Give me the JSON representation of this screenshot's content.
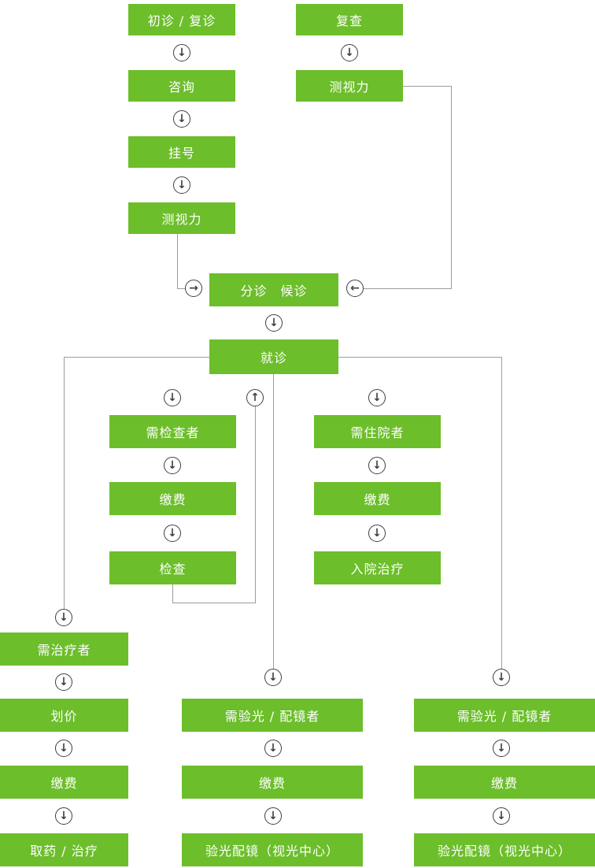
{
  "diagram": {
    "colors": {
      "node_fill": "#6CBE2B",
      "node_text": "#FFFFFF",
      "arrow_stroke": "#3F3F3F",
      "line": "#9C9C9C"
    },
    "nodes": [
      {
        "id": "initial-or-return-visit",
        "label": "初诊 / 复诊"
      },
      {
        "id": "consultation",
        "label": "咨询"
      },
      {
        "id": "registration",
        "label": "挂号"
      },
      {
        "id": "vision-test-left",
        "label": "测视力"
      },
      {
        "id": "review",
        "label": "复查"
      },
      {
        "id": "vision-test-right",
        "label": "测视力"
      },
      {
        "id": "triage-waiting",
        "label": "分诊　候诊"
      },
      {
        "id": "see-doctor",
        "label": "就诊"
      },
      {
        "id": "need-examination",
        "label": "需检查者"
      },
      {
        "id": "payment-exam",
        "label": "缴费"
      },
      {
        "id": "examination",
        "label": "检查"
      },
      {
        "id": "need-hospitalization",
        "label": "需住院者"
      },
      {
        "id": "payment-hospital",
        "label": "缴费"
      },
      {
        "id": "admission-treatment",
        "label": "入院治疗"
      },
      {
        "id": "need-treatment",
        "label": "需治疗者"
      },
      {
        "id": "pricing",
        "label": "划价"
      },
      {
        "id": "payment-treatment",
        "label": "缴费"
      },
      {
        "id": "medicine-or-treatment",
        "label": "取药 / 治疗"
      },
      {
        "id": "need-optometry-mid",
        "label": "需验光 / 配镜者"
      },
      {
        "id": "payment-optometry-mid",
        "label": "缴费"
      },
      {
        "id": "optometry-center-mid",
        "label": "验光配镜（视光中心）"
      },
      {
        "id": "need-optometry-right",
        "label": "需验光 / 配镜者"
      },
      {
        "id": "payment-optometry-right",
        "label": "缴费"
      },
      {
        "id": "optometry-center-right",
        "label": "验光配镜（视光中心）"
      }
    ],
    "connectors": [
      {
        "glyph": "↓",
        "direction": "down"
      },
      {
        "glyph": "↓",
        "direction": "down"
      },
      {
        "glyph": "↓",
        "direction": "down"
      },
      {
        "glyph": "→",
        "direction": "right"
      },
      {
        "glyph": "↓",
        "direction": "down"
      },
      {
        "glyph": "←",
        "direction": "left"
      },
      {
        "glyph": "↓",
        "direction": "down"
      },
      {
        "glyph": "↓",
        "direction": "down"
      },
      {
        "glyph": "↑",
        "direction": "up"
      },
      {
        "glyph": "↓",
        "direction": "down"
      },
      {
        "glyph": "↓",
        "direction": "down"
      },
      {
        "glyph": "↓",
        "direction": "down"
      },
      {
        "glyph": "↓",
        "direction": "down"
      },
      {
        "glyph": "↓",
        "direction": "down"
      },
      {
        "glyph": "↓",
        "direction": "down"
      },
      {
        "glyph": "↓",
        "direction": "down"
      },
      {
        "glyph": "↓",
        "direction": "down"
      },
      {
        "glyph": "↓",
        "direction": "down"
      },
      {
        "glyph": "↓",
        "direction": "down"
      },
      {
        "glyph": "↓",
        "direction": "down"
      },
      {
        "glyph": "↓",
        "direction": "down"
      },
      {
        "glyph": "↓",
        "direction": "down"
      },
      {
        "glyph": "↓",
        "direction": "down"
      },
      {
        "glyph": "↓",
        "direction": "down"
      }
    ]
  }
}
